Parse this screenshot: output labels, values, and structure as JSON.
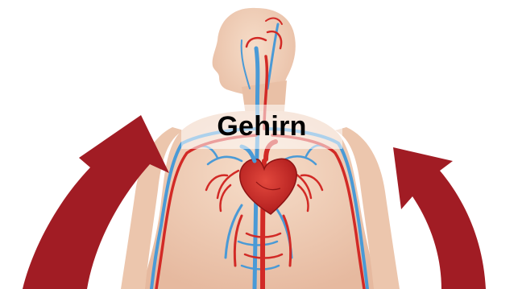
{
  "diagram": {
    "label": "Gehirn",
    "colors": {
      "arrow": "#a11c24",
      "artery": "#d22a26",
      "vein": "#4a9ad6",
      "skin": "#f2d3bd",
      "skin_shadow": "#dfb49a",
      "background": "#ffffff"
    },
    "arrows": [
      {
        "side": "left",
        "direction": "up"
      },
      {
        "side": "right",
        "direction": "up"
      }
    ],
    "figure": "human-body-circulatory-system",
    "organ_shown": "heart"
  }
}
